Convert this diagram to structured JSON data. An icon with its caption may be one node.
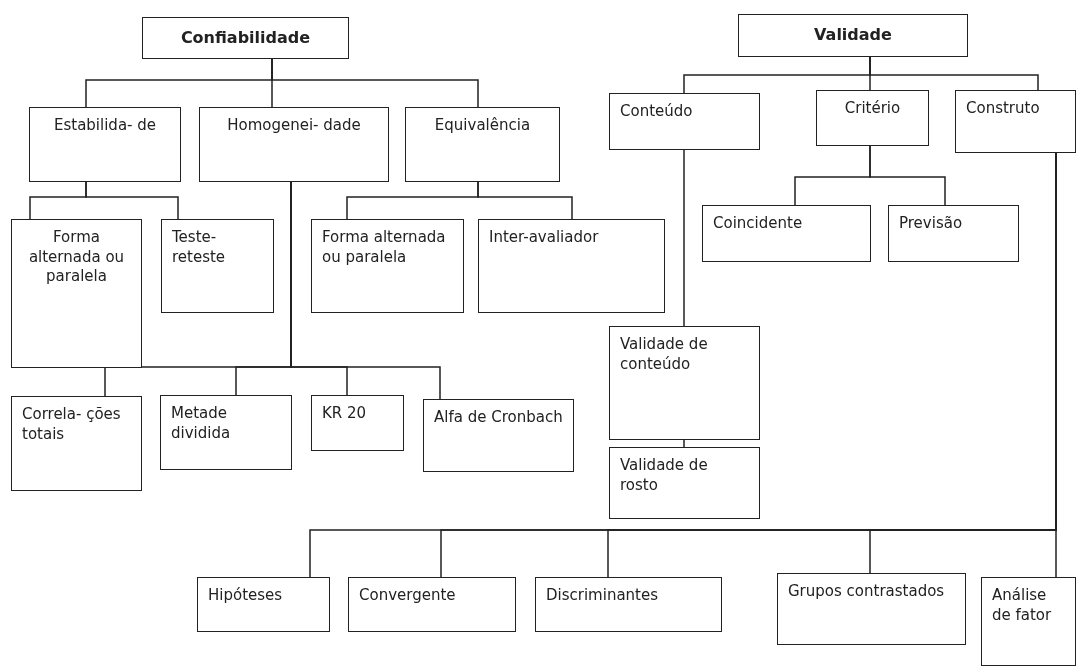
{
  "diagram": {
    "nodes": [
      {
        "text": [
          "Confiabilidade"
        ]
      },
      {
        "text": [
          "Validade"
        ]
      },
      {
        "text": [
          "Estabilida- de"
        ]
      },
      {
        "text": [
          "Homogenei- dade"
        ]
      },
      {
        "text": [
          "Equivalência"
        ]
      },
      {
        "text": [
          "Conteúdo"
        ]
      },
      {
        "text": [
          "Critério"
        ]
      },
      {
        "text": [
          "Construto"
        ]
      },
      {
        "text": [
          "Forma alternada ou paralela"
        ]
      },
      {
        "text": [
          "Teste- reteste"
        ]
      },
      {
        "text": [
          "Forma alternada ou paralela"
        ]
      },
      {
        "text": [
          "Inter-avaliador"
        ]
      },
      {
        "text": [
          "Coincidente"
        ]
      },
      {
        "text": [
          "Previsão"
        ]
      },
      {
        "text": [
          "Validade de conteúdo"
        ]
      },
      {
        "text": [
          "Validade de rosto"
        ]
      },
      {
        "text": [
          "Correla- ções totais"
        ]
      },
      {
        "text": [
          "Metade dividida"
        ]
      },
      {
        "text": [
          "KR 20"
        ]
      },
      {
        "text": [
          "Alfa de Cronbach"
        ]
      },
      {
        "text": [
          "Hipóteses"
        ]
      },
      {
        "text": [
          "Convergente"
        ]
      },
      {
        "text": [
          "Discriminantes"
        ]
      },
      {
        "text": [
          "Grupos contrastados"
        ]
      },
      {
        "text": [
          "Análise de fator"
        ]
      }
    ],
    "edges": [
      {
        "from": 0,
        "to": 2,
        "arrow": "none"
      },
      {
        "from": 0,
        "to": 3,
        "arrow": "none"
      },
      {
        "from": 0,
        "to": 4,
        "arrow": "none"
      },
      {
        "from": 1,
        "to": 5,
        "arrow": "none"
      },
      {
        "from": 1,
        "to": 6,
        "arrow": "none"
      },
      {
        "from": 1,
        "to": 7,
        "arrow": "none"
      },
      {
        "from": 2,
        "to": 8,
        "arrow": "none"
      },
      {
        "from": 2,
        "to": 9,
        "arrow": "none"
      },
      {
        "from": 4,
        "to": 10,
        "arrow": "none"
      },
      {
        "from": 4,
        "to": 11,
        "arrow": "none"
      },
      {
        "from": 6,
        "to": 12,
        "arrow": "none"
      },
      {
        "from": 6,
        "to": 13,
        "arrow": "none"
      },
      {
        "from": 5,
        "to": 14,
        "arrow": "none"
      },
      {
        "from": 14,
        "to": 15,
        "arrow": "none"
      },
      {
        "from": 3,
        "to": 16,
        "arrow": "none"
      },
      {
        "from": 3,
        "to": 17,
        "arrow": "none"
      },
      {
        "from": 3,
        "to": 18,
        "arrow": "none"
      },
      {
        "from": 3,
        "to": 19,
        "arrow": "none"
      },
      {
        "from": 7,
        "to": 20,
        "arrow": "none"
      },
      {
        "from": 7,
        "to": 21,
        "arrow": "none"
      },
      {
        "from": 7,
        "to": 22,
        "arrow": "none"
      },
      {
        "from": 7,
        "to": 23,
        "arrow": "none"
      },
      {
        "from": 7,
        "to": 24,
        "arrow": "none"
      }
    ]
  }
}
